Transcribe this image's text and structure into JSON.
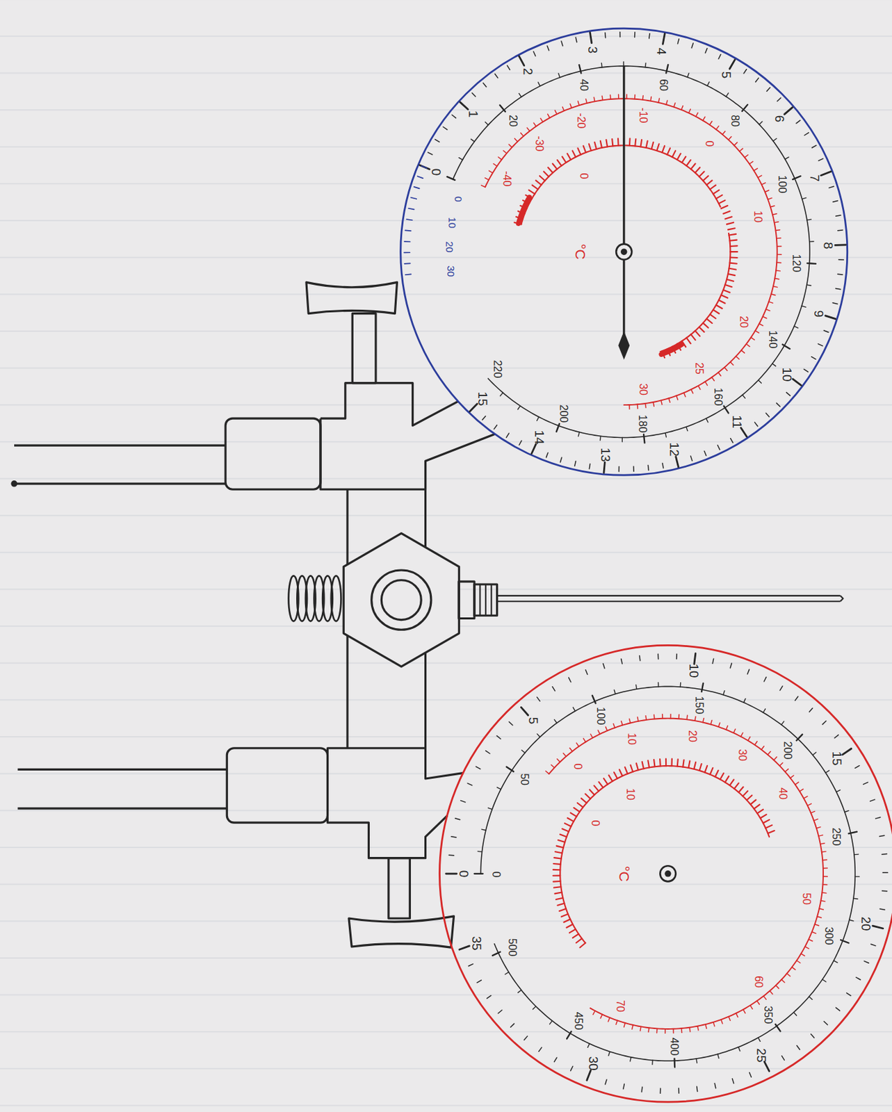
{
  "diagram": {
    "labels": [
      "0",
      "1",
      "2",
      "3",
      "4",
      "5",
      "6",
      "7",
      "8",
      "9",
      "10",
      "11",
      "12",
      "13",
      "14",
      "15",
      "20",
      "40",
      "60",
      "80",
      "100",
      "120",
      "140",
      "160",
      "180",
      "200",
      "220",
      "0",
      "10",
      "20",
      "30",
      "-40",
      "-30",
      "-20",
      "-10",
      "0",
      "10",
      "20",
      "25",
      "30",
      "0",
      "°C",
      "0",
      "5",
      "10",
      "15",
      "20",
      "25",
      "30",
      "35",
      "0",
      "50",
      "100",
      "150",
      "200",
      "250",
      "300",
      "350",
      "400",
      "450",
      "500",
      "0",
      "10",
      "20",
      "30",
      "40",
      "50",
      "60",
      "70",
      "0",
      "10",
      "°C"
    ]
  }
}
